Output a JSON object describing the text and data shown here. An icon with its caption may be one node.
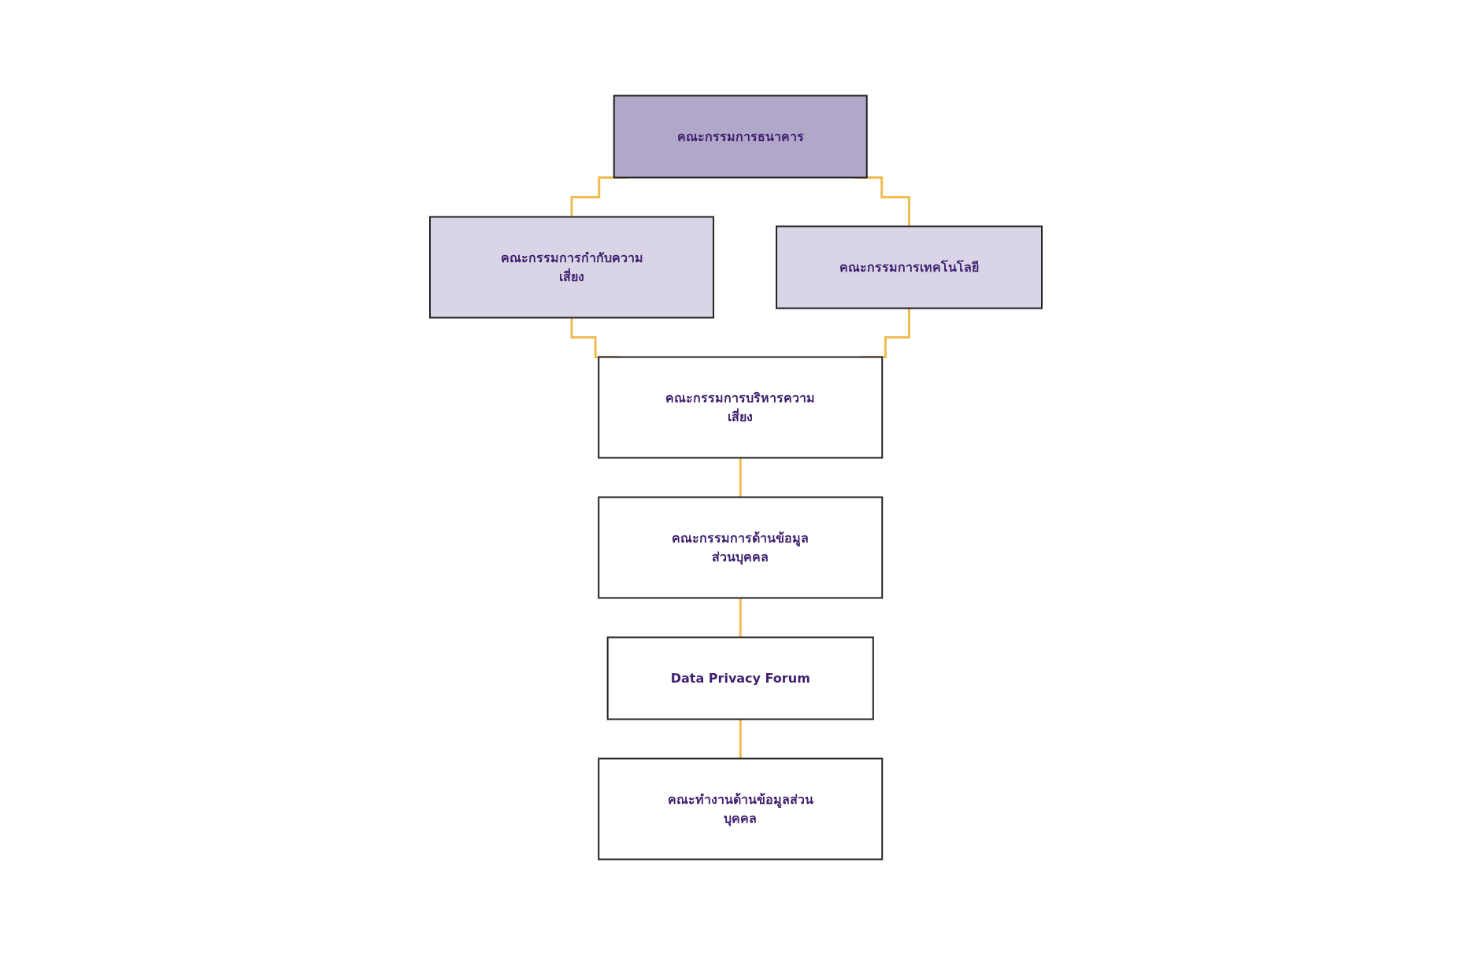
{
  "diagram": {
    "nodes": [
      {
        "text": [
          "คณะกรรมการธนาคาร"
        ]
      },
      {
        "text": [
          "คณะกรรมการกำกับความเสี่ยง"
        ]
      },
      {
        "text": [
          "คณะกรรมการเทคโนโลยี"
        ]
      },
      {
        "text": [
          "คณะกรรมการบริหารความเสี่ยง"
        ]
      },
      {
        "text": [
          "คณะกรรมการด้านข้อมูลส่วนบุคคล"
        ]
      },
      {
        "text": [
          "Data Privacy Forum"
        ]
      },
      {
        "text": [
          "คณะทำงานด้านข้อมูลส่วนบุคคล"
        ]
      }
    ],
    "edges": [
      {
        "from": 0,
        "to": 1,
        "arrow": "none"
      },
      {
        "from": 0,
        "to": 2,
        "arrow": "none"
      },
      {
        "from": 1,
        "to": 3,
        "arrow": "none"
      },
      {
        "from": 2,
        "to": 3,
        "arrow": "none"
      },
      {
        "from": 3,
        "to": 4,
        "arrow": "none"
      },
      {
        "from": 4,
        "to": 5,
        "arrow": "none"
      },
      {
        "from": 5,
        "to": 6,
        "arrow": "none"
      }
    ]
  }
}
